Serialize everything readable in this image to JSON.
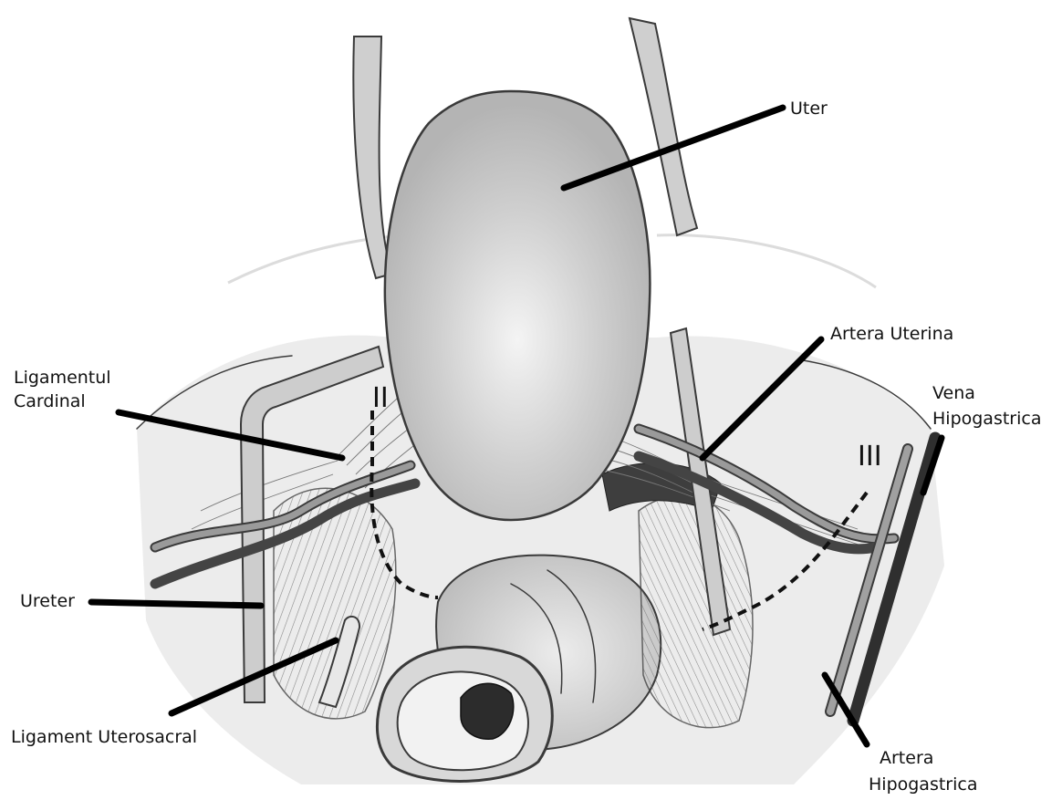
{
  "labels": {
    "uter": "Uter",
    "artera_uterina": "Artera Uterina",
    "ligamentul_cardinal": [
      "Ligamentul",
      "Cardinal"
    ],
    "vena_hipogastrica": [
      "Vena",
      "Hipogastrica"
    ],
    "ureter": "Ureter",
    "ligament_uterosacral": "Ligament Uterosacral",
    "artera_hipogastrica": [
      "Artera",
      "Hipogastrica"
    ]
  },
  "levels": {
    "II": "II",
    "III": "III"
  }
}
